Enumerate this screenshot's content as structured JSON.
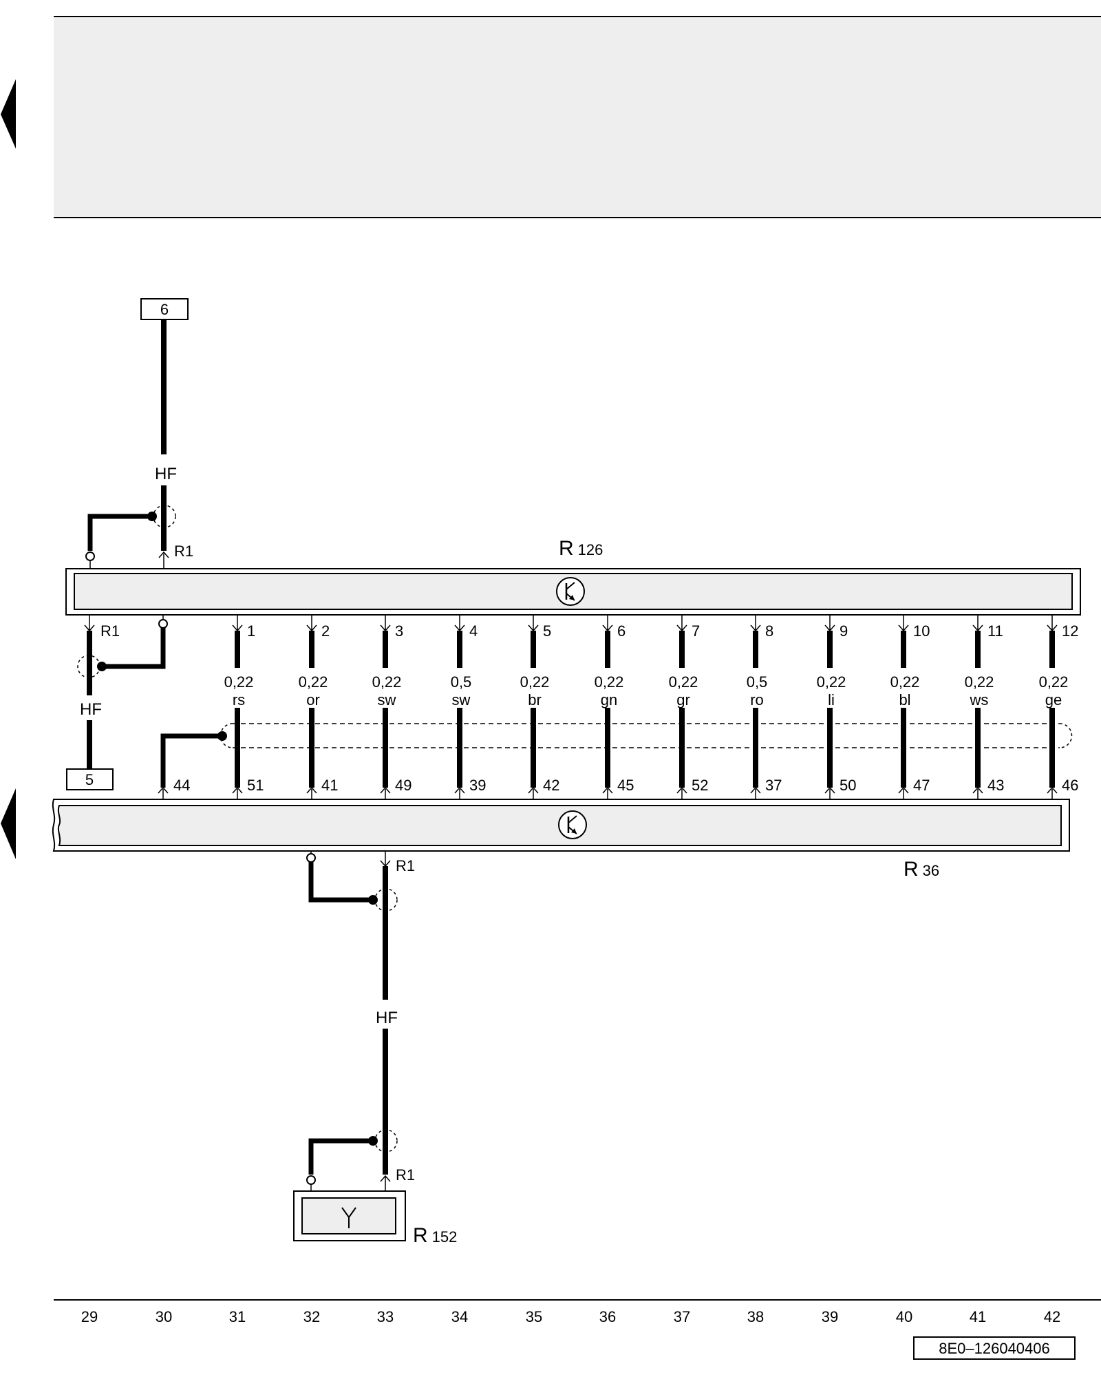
{
  "colors": {
    "header_fill": "#eeeeee",
    "box_fill": "#eeeeee",
    "line": "#000000"
  },
  "top_connector": {
    "label": "6"
  },
  "left_connector": {
    "label": "5"
  },
  "modules": {
    "r126": {
      "prefix": "R",
      "number": "126",
      "icon": "transistor-icon"
    },
    "r36": {
      "prefix": "R",
      "number": "36",
      "icon": "transistor-icon"
    },
    "r152": {
      "prefix": "R",
      "number": "152",
      "icon": "antenna-icon"
    }
  },
  "wire_labels": {
    "hf_top": "HF",
    "r1_top": "R1",
    "r1_left": "R1",
    "hf_left": "HF",
    "r1_r36": "R1",
    "hf_bottom": "HF",
    "r1_r152": "R1"
  },
  "shield_wire_pin": "44",
  "bus_wires": [
    {
      "pin_top": "1",
      "size": "0,22",
      "color": "rs",
      "pin_bottom": "51"
    },
    {
      "pin_top": "2",
      "size": "0,22",
      "color": "or",
      "pin_bottom": "41"
    },
    {
      "pin_top": "3",
      "size": "0,22",
      "color": "sw",
      "pin_bottom": "49"
    },
    {
      "pin_top": "4",
      "size": "0,5",
      "color": "sw",
      "pin_bottom": "39"
    },
    {
      "pin_top": "5",
      "size": "0,22",
      "color": "br",
      "pin_bottom": "42"
    },
    {
      "pin_top": "6",
      "size": "0,22",
      "color": "gn",
      "pin_bottom": "45"
    },
    {
      "pin_top": "7",
      "size": "0,22",
      "color": "gr",
      "pin_bottom": "52"
    },
    {
      "pin_top": "8",
      "size": "0,5",
      "color": "ro",
      "pin_bottom": "37"
    },
    {
      "pin_top": "9",
      "size": "0,22",
      "color": "li",
      "pin_bottom": "50"
    },
    {
      "pin_top": "10",
      "size": "0,22",
      "color": "bl",
      "pin_bottom": "47"
    },
    {
      "pin_top": "11",
      "size": "0,22",
      "color": "ws",
      "pin_bottom": "43"
    },
    {
      "pin_top": "12",
      "size": "0,22",
      "color": "ge",
      "pin_bottom": "46"
    }
  ],
  "footer": {
    "columns": [
      "29",
      "30",
      "31",
      "32",
      "33",
      "34",
      "35",
      "36",
      "37",
      "38",
      "39",
      "40",
      "41",
      "42"
    ],
    "doc_id": "8E0–126040406"
  }
}
